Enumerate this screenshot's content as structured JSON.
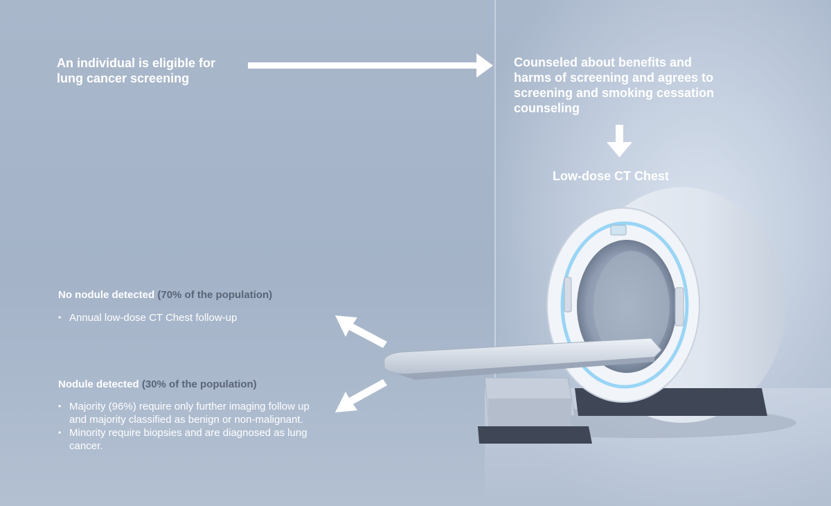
{
  "flow": {
    "step1": "An individual is eligible for lung cancer screening",
    "step2": "Counseled about benefits and harms of screening and agrees to screening and smoking cessation counseling",
    "step3": "Low-dose CT Chest"
  },
  "outcomes": {
    "no_nodule": {
      "title": "No nodule detected",
      "share": "(70% of the population)",
      "bullets": [
        "Annual low-dose CT Chest follow-up"
      ]
    },
    "nodule": {
      "title": "Nodule detected",
      "share": "(30% of the population)",
      "bullets": [
        "Majority (96%) require only further imaging follow up and majority classified as benign or non-malignant.",
        "Minority require biopsies and are diagnosed as lung cancer."
      ]
    }
  },
  "image": {
    "subject": "ct-scanner-illustration"
  }
}
